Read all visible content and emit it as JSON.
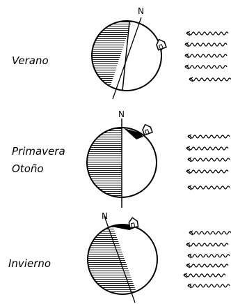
{
  "panels": [
    {
      "id": "summer",
      "label_lines": [
        "Verano"
      ],
      "north": "N"
    },
    {
      "id": "equinox",
      "label_lines": [
        "Primavera",
        "Otoño"
      ],
      "north": "N"
    },
    {
      "id": "winter",
      "label_lines": [
        "Invierno"
      ],
      "north": "N"
    }
  ],
  "icons": [
    "house-icon",
    "sun-ray-icon"
  ]
}
